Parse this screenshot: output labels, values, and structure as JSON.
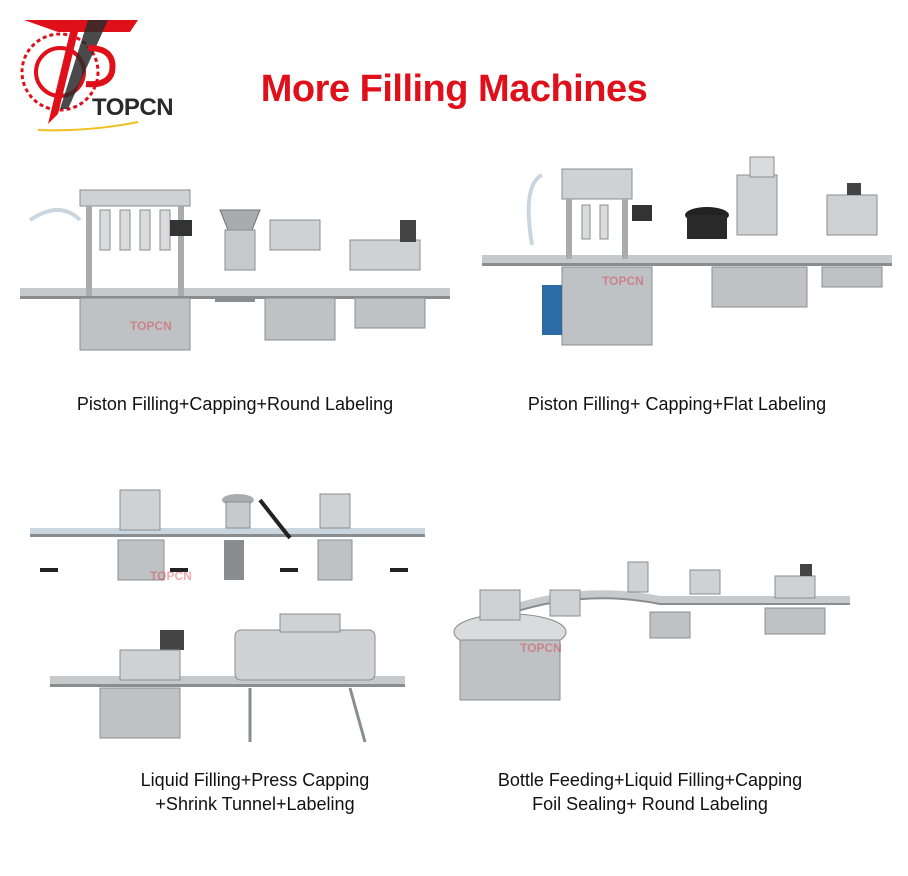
{
  "brand": {
    "name": "TOPCN",
    "logo_icon": "topcn-logo-icon",
    "colors": {
      "primary": "#e0101a",
      "dark": "#2a2a2a",
      "steel": "#b9bcbf"
    }
  },
  "title": "More Filling Machines",
  "panels": [
    {
      "caption_lines": [
        "Piston Filling+Capping+Round Labeling"
      ],
      "watermark": "TOPCN"
    },
    {
      "caption_lines": [
        "Piston Filling+ Capping+Flat Labeling"
      ],
      "watermark": "TOPCN"
    },
    {
      "caption_lines": [
        "Liquid Filling+Press Capping",
        "+Shrink Tunnel+Labeling"
      ],
      "watermark": "TOPCN"
    },
    {
      "caption_lines": [
        "Bottle Feeding+Liquid Filling+Capping",
        "Foil Sealing+ Round Labeling"
      ],
      "watermark": "TOPCN"
    }
  ]
}
